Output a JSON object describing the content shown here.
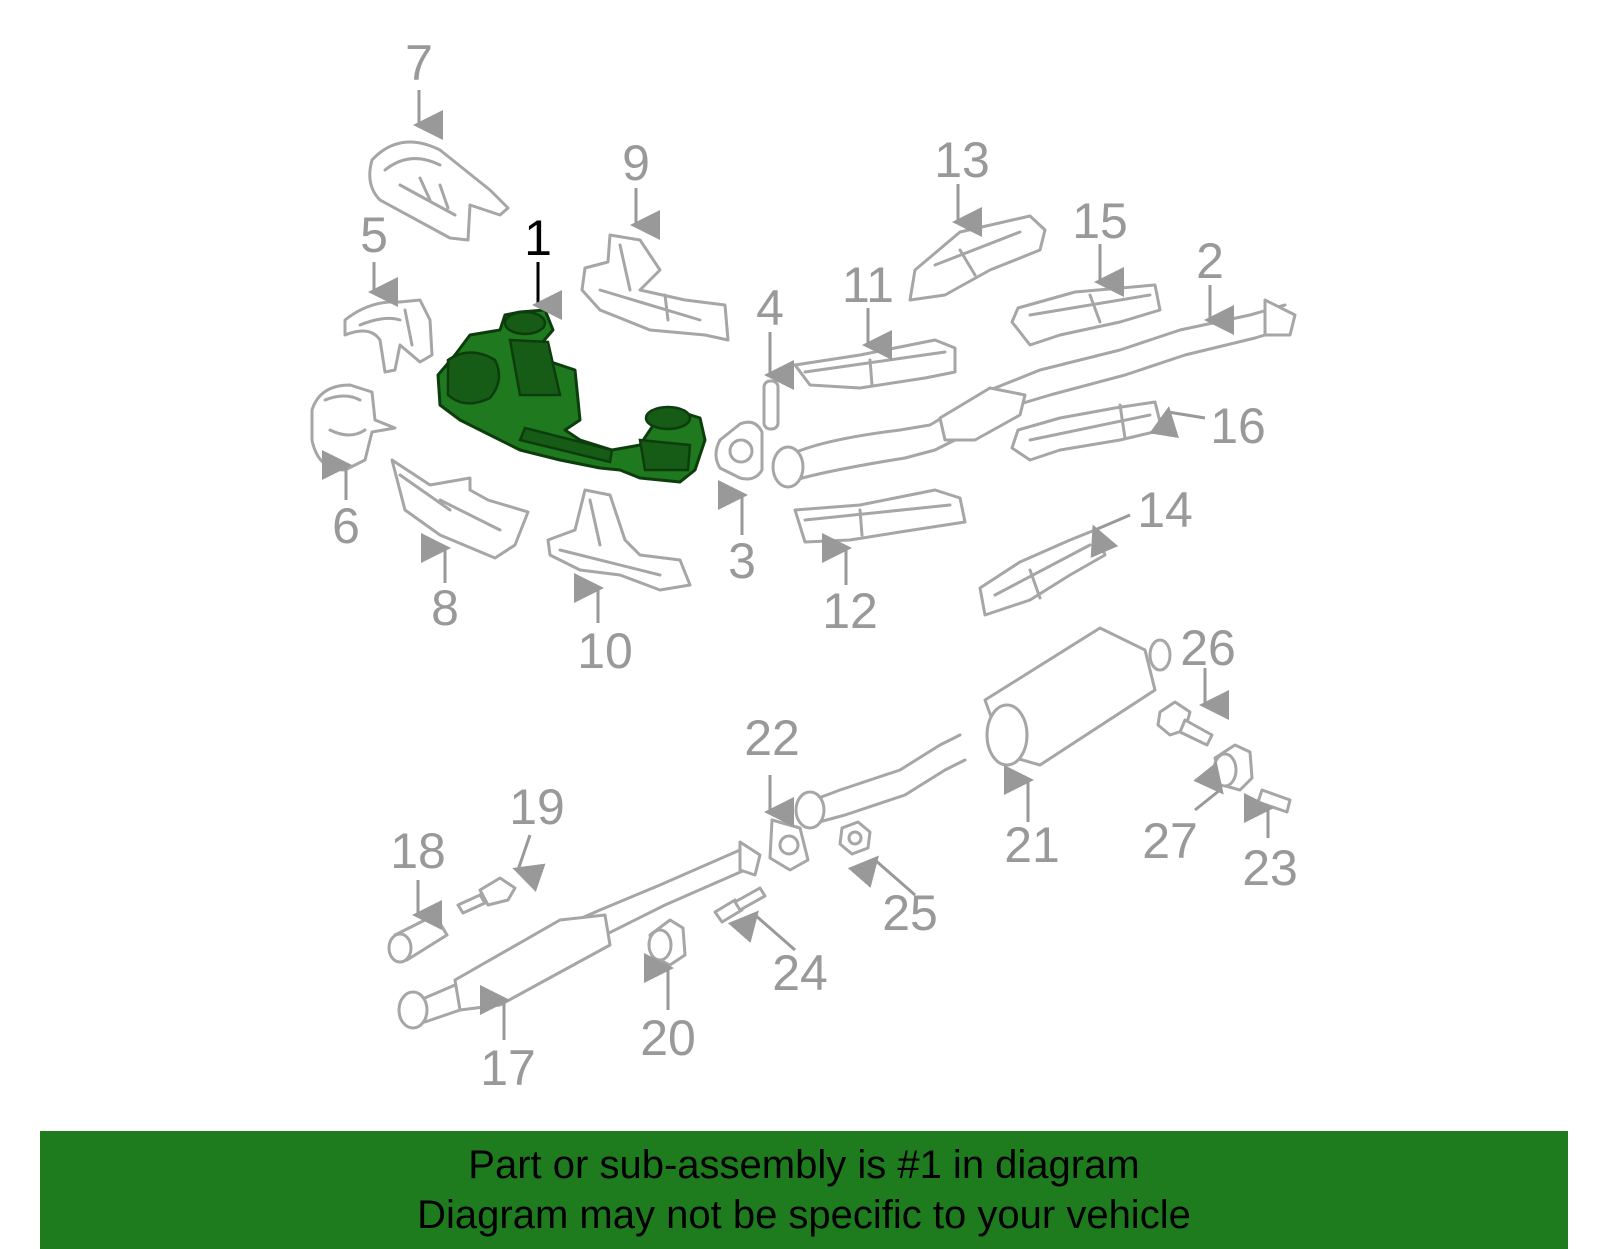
{
  "diagram": {
    "selected_part": "1",
    "selected_color": "#1f7a1f",
    "callouts": [
      "1",
      "2",
      "3",
      "4",
      "5",
      "6",
      "7",
      "8",
      "9",
      "10",
      "11",
      "12",
      "13",
      "14",
      "15",
      "16",
      "17",
      "18",
      "19",
      "20",
      "21",
      "22",
      "23",
      "24",
      "25",
      "26",
      "27"
    ]
  },
  "banner": {
    "line1": "Part or sub-assembly is #1 in diagram",
    "line2": "Diagram may not be specific to your vehicle",
    "background": "#1e7c1e"
  }
}
